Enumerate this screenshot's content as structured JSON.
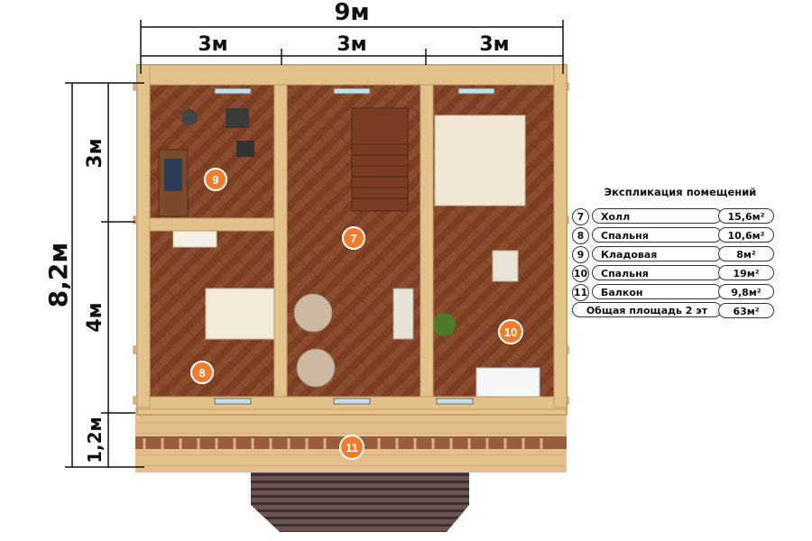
{
  "dimensions": {
    "total_width": "9м",
    "segment_1": "3м",
    "segment_2": "3м",
    "segment_3": "3м",
    "total_depth": "8,2м",
    "depth_1": "3м",
    "depth_2": "4м",
    "depth_3": "1,2м"
  },
  "room_markers": [
    "9",
    "7",
    "8",
    "10",
    "11"
  ],
  "legend": {
    "title": "Экспликация помещений",
    "rows": [
      {
        "num": "7",
        "name": "Холл",
        "area": "15,6м²"
      },
      {
        "num": "8",
        "name": "Спальня",
        "area": "10,6м²"
      },
      {
        "num": "9",
        "name": "Кладовая",
        "area": "8м²"
      },
      {
        "num": "10",
        "name": "Спальня",
        "area": "19м²"
      },
      {
        "num": "11",
        "name": "Балкон",
        "area": "9,8м²"
      }
    ],
    "total_name": "Общая площадь 2 эт",
    "total_area": "63м²"
  },
  "colors": {
    "floor": "#8a4a2c",
    "wall": "#e9c98c",
    "marker": "#f07c2c",
    "siding": "#5e4a48"
  }
}
